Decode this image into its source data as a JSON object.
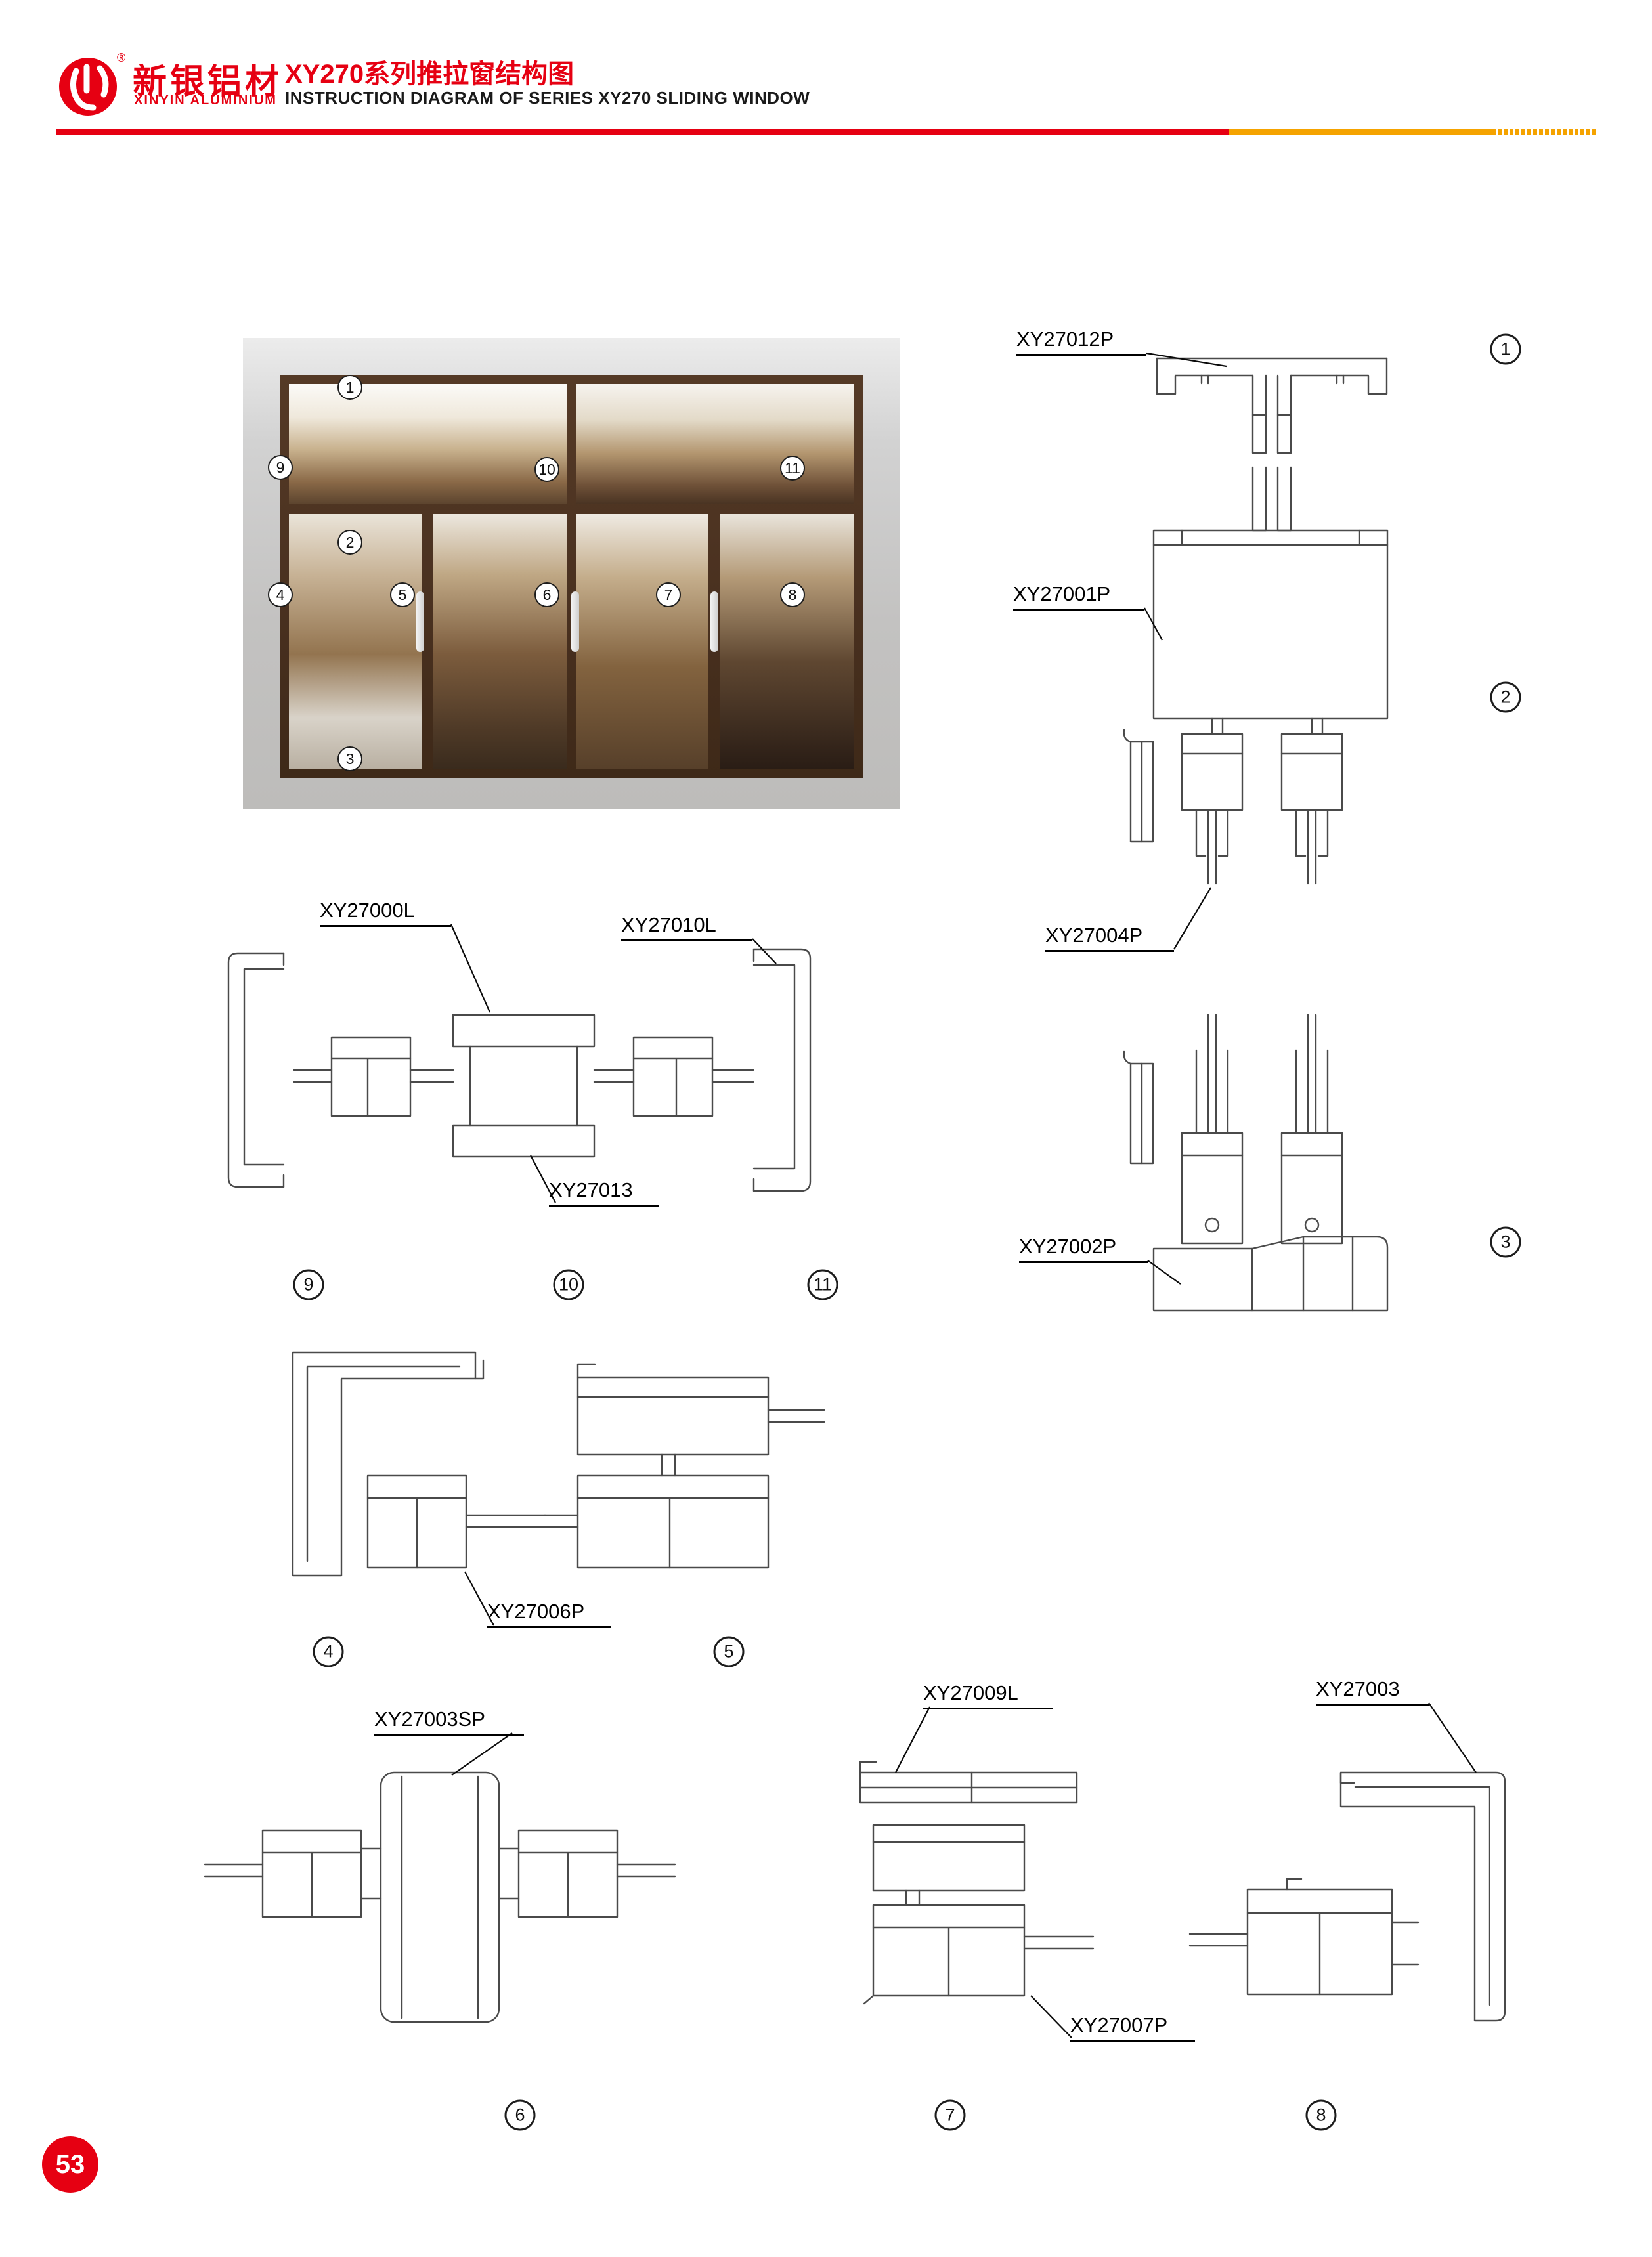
{
  "page_number": "53",
  "header": {
    "brand_cn": "新银铝材",
    "brand_en": "XINYIN ALUMINIUM",
    "registered_mark": "®",
    "title_cn": "XY270系列推拉窗结构图",
    "title_en": "INSTRUCTION DIAGRAM OF SERIES XY270 SLIDING WINDOW"
  },
  "colors": {
    "brand_red": "#e60012",
    "accent_yellow": "#f5a300",
    "drawing_line_gray": "#4a4a4a",
    "window_frame_brown": "#4a3120"
  },
  "callouts": {
    "c1": "1",
    "c2": "2",
    "c3": "3",
    "c4": "4",
    "c5": "5",
    "c6": "6",
    "c7": "7",
    "c8": "8",
    "c9": "9",
    "c10": "10",
    "c11": "11"
  },
  "labels": {
    "xy27012p": "XY27012P",
    "xy27001p": "XY27001P",
    "xy27004p": "XY27004P",
    "xy27002p": "XY27002P",
    "xy27000l": "XY27000L",
    "xy27010l": "XY27010L",
    "xy27013": "XY27013",
    "xy27006p": "XY27006P",
    "xy27003sp": "XY27003SP",
    "xy27009l": "XY27009L",
    "xy27007p": "XY27007P",
    "xy27003": "XY27003"
  }
}
